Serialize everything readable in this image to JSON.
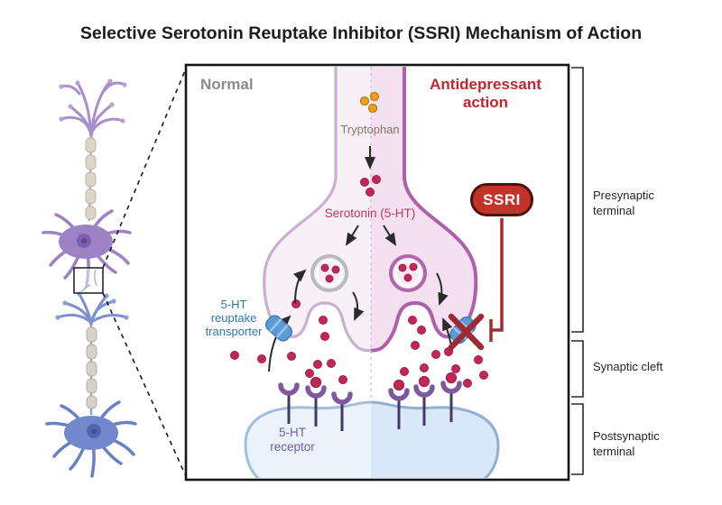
{
  "title": "Selective Serotonin Reuptake Inhibitor (SSRI) Mechanism of Action",
  "conditions": {
    "left": "Normal",
    "right": "Antidepressant action"
  },
  "molecules": {
    "tryptophan": "Tryptophan",
    "serotonin": "Serotonin (5-HT)",
    "ssri": "SSRI",
    "transporter": "5-HT reuptake transporter",
    "receptor": "5-HT receptor"
  },
  "regions": [
    {
      "label": "Presynaptic terminal"
    },
    {
      "label": "Synaptic cleft"
    },
    {
      "label": "Postsynaptic terminal"
    }
  ],
  "colors": {
    "normal_label": "#8b8b90",
    "antidepressant_label": "#c0272d",
    "ssri_badge_fill": "#c23429",
    "serotonin_dot": "#c2275a",
    "tryptophan_dot": "#e7a11e",
    "transporter_blue": "#5b9bd6",
    "receptor_purple": "#7e599d",
    "membrane_pink_dark": "#b05fa9",
    "membrane_pink_light": "#c9afd0",
    "postsynaptic_border": "#9db9db",
    "inhibition_line": "#a12d2d"
  }
}
